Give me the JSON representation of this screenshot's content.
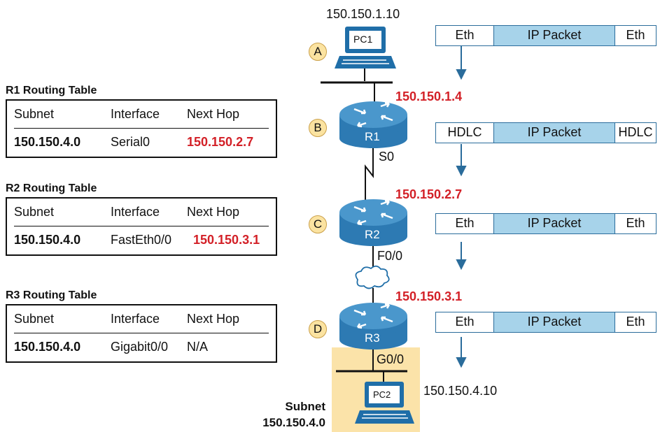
{
  "tables": [
    {
      "title": "R1 Routing Table",
      "headers": [
        "Subnet",
        "Interface",
        "Next Hop"
      ],
      "row": {
        "subnet": "150.150.4.0",
        "interface": "Serial0",
        "next_hop": "150.150.2.7"
      }
    },
    {
      "title": "R2 Routing Table",
      "headers": [
        "Subnet",
        "Interface",
        "Next Hop"
      ],
      "row": {
        "subnet": "150.150.4.0",
        "interface": "FastEth0/0",
        "next_hop": "150.150.3.1"
      }
    },
    {
      "title": "R3 Routing Table",
      "headers": [
        "Subnet",
        "Interface",
        "Next Hop"
      ],
      "row": {
        "subnet": "150.150.4.0",
        "interface": "Gigabit0/0",
        "next_hop": "N/A"
      }
    }
  ],
  "devices": {
    "pc1": {
      "label": "PC1",
      "ip": "150.150.1.10"
    },
    "r1": {
      "label": "R1",
      "lan_ip": "150.150.1.4",
      "iface": "S0"
    },
    "r2": {
      "label": "R2",
      "ip": "150.150.2.7",
      "iface": "F0/0"
    },
    "r3": {
      "label": "R3",
      "ip": "150.150.3.1",
      "iface": "G0/0"
    },
    "pc2": {
      "label": "PC2",
      "ip": "150.150.4.10"
    }
  },
  "steps": [
    "A",
    "B",
    "C",
    "D"
  ],
  "frames": [
    {
      "left": "Eth",
      "middle": "IP Packet",
      "right": "Eth"
    },
    {
      "left": "HDLC",
      "middle": "IP Packet",
      "right": "HDLC"
    },
    {
      "left": "Eth",
      "middle": "IP Packet",
      "right": "Eth"
    },
    {
      "left": "Eth",
      "middle": "IP Packet",
      "right": "Eth"
    }
  ],
  "subnet": {
    "line1": "Subnet",
    "line2": "150.150.4.0"
  },
  "colors": {
    "red": "#d32027",
    "router": "#2a7fb8",
    "packet": "#a7d3ea",
    "circle": "#fbe3a1",
    "subnet_bg": "#fbe3a9"
  }
}
